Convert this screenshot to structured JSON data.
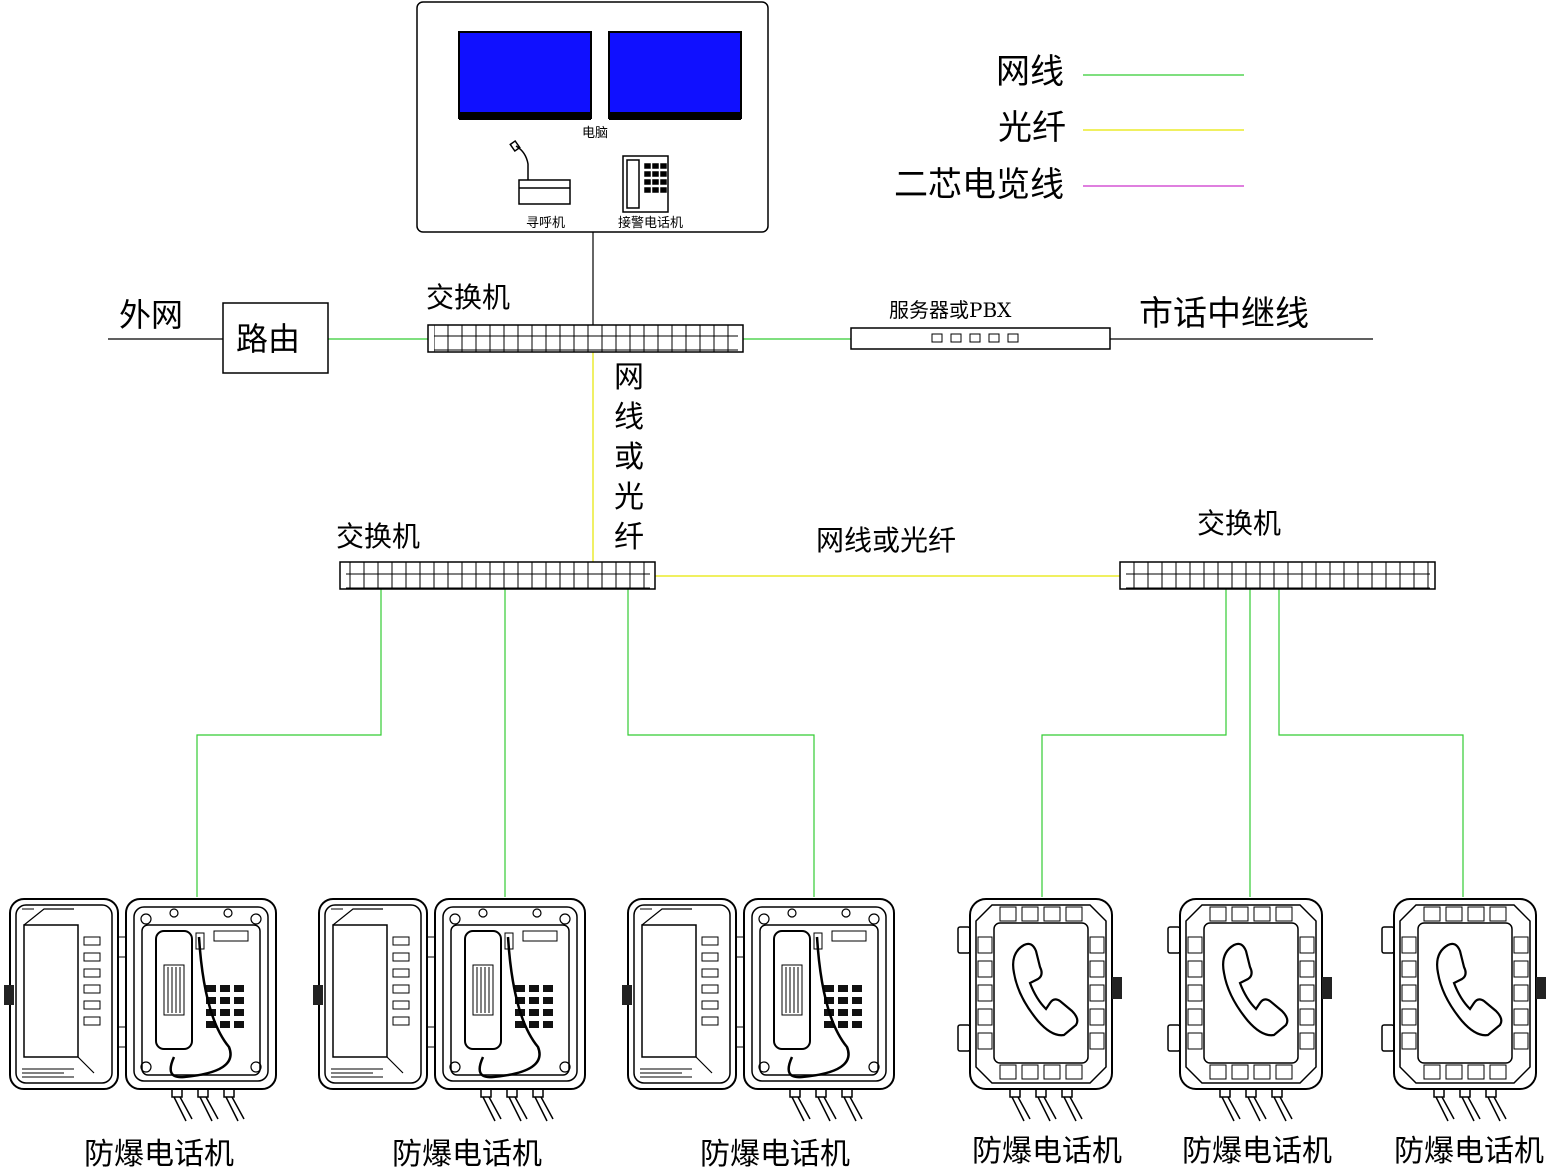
{
  "console": {
    "monitor_label": "电脑",
    "paging_label": "寻呼机",
    "alarm_phone_label": "接警电话机"
  },
  "legend": {
    "items": [
      {
        "label": "网线",
        "color": "#33cc33"
      },
      {
        "label": "光纤",
        "color": "#e6e600"
      },
      {
        "label": "二芯电览线",
        "color": "#cc33cc"
      }
    ]
  },
  "network": {
    "external_label": "外网",
    "router_label": "路由",
    "core_switch_label": "交换机",
    "server_label": "服务器或PBX",
    "trunk_label": "市话中继线",
    "uplink_label": "网线或光纤",
    "left_switch_label": "交换机",
    "right_switch_label": "交换机",
    "interlink_label": "网线或光纤"
  },
  "phones": [
    {
      "label": "防爆电话机",
      "style": "open-keypad"
    },
    {
      "label": "防爆电话机",
      "style": "open-keypad"
    },
    {
      "label": "防爆电话机",
      "style": "open-keypad"
    },
    {
      "label": "防爆电话机",
      "style": "closed-handset"
    },
    {
      "label": "防爆电话机",
      "style": "closed-handset"
    },
    {
      "label": "防爆电话机",
      "style": "closed-handset"
    }
  ],
  "colors": {
    "ethernet": "#33cc33",
    "fiber": "#e6e600",
    "cable": "#cc33cc",
    "screen": "#1010ff"
  }
}
